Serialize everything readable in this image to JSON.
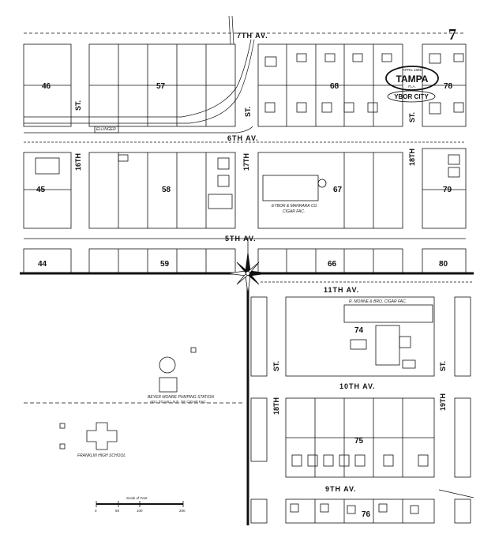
{
  "sheet": {
    "number": "7",
    "city": "TAMPA",
    "state": "FLA.",
    "date": "APRIL 1895",
    "district": "YBOR CITY"
  },
  "avenues": [
    "7TH AV.",
    "6TH AV.",
    "5TH AV.",
    "11TH AV.",
    "10TH AV.",
    "9TH AV."
  ],
  "streets": [
    "ST.",
    "16TH",
    "17TH",
    "ST.",
    "18TH",
    "ST.",
    "ST.",
    "18TH",
    "19TH"
  ],
  "blocks": [
    "46",
    "57",
    "68",
    "78",
    "45",
    "58",
    "67",
    "79",
    "44",
    "59",
    "66",
    "80",
    "74",
    "75",
    "76"
  ],
  "buildings": {
    "ellinger": "ELLINGER",
    "ybor_manrara": "EYBOR & MANRARA CO.",
    "ybor_manrara_2": "CIGAR FAC.",
    "martinez": "R. MONNE & BRO. CIGAR FAC.",
    "waterworks_1": "BEYER MONRE PUMPING STATION",
    "waterworks_2": "ADJ. TO HILL N.E. OF CIGAR FAC.",
    "school": "FRANKLIN HIGH SCHOOL"
  },
  "scale": {
    "label": "Scale of Feet",
    "ticks": [
      "0",
      "50",
      "100",
      "200"
    ]
  },
  "colors": {
    "ink": "#111111",
    "paper": "#ffffff"
  }
}
